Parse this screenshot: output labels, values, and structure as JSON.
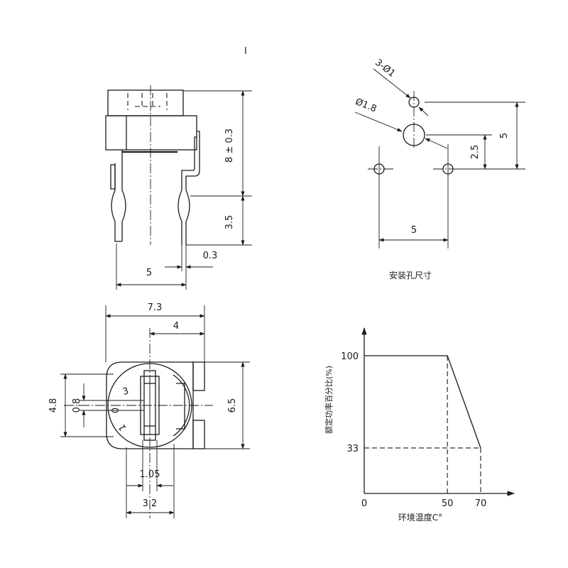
{
  "side_view": {
    "marker": "I",
    "height_label": "8 ± 0.3",
    "lead_label": "3.5",
    "width_label": "5",
    "lead_thickness_label": "0.3"
  },
  "hole_pattern": {
    "holes_label": "3-Ø1",
    "center_hole_label": "Ø1.8",
    "offset_label": "2.5",
    "height_label": "5",
    "spacing_label": "5",
    "caption": "安装孔尺寸"
  },
  "front_view": {
    "width_label": "7.3",
    "center_offset_label": "4",
    "height_label": "6.5",
    "left_height_label": "4.8",
    "slot_label": "0.8",
    "slot_width_label": "1.05",
    "bottom_width_label": "3.2",
    "dial_marks": [
      "3",
      "0",
      "1"
    ]
  },
  "derating_chart": {
    "title": "",
    "ylabel": "额定功率百分比(%)",
    "xlabel": "环境温度C°"
  },
  "chart_data": {
    "type": "line",
    "title": "",
    "xlabel": "环境温度C°",
    "ylabel": "额定功率百分比(%)",
    "x_ticks": [
      "0",
      "50",
      "70"
    ],
    "y_ticks": [
      "33",
      "100"
    ],
    "series": [
      {
        "x": [
          0,
          50,
          70
        ],
        "y": [
          100,
          100,
          33
        ]
      }
    ],
    "grid": false
  }
}
